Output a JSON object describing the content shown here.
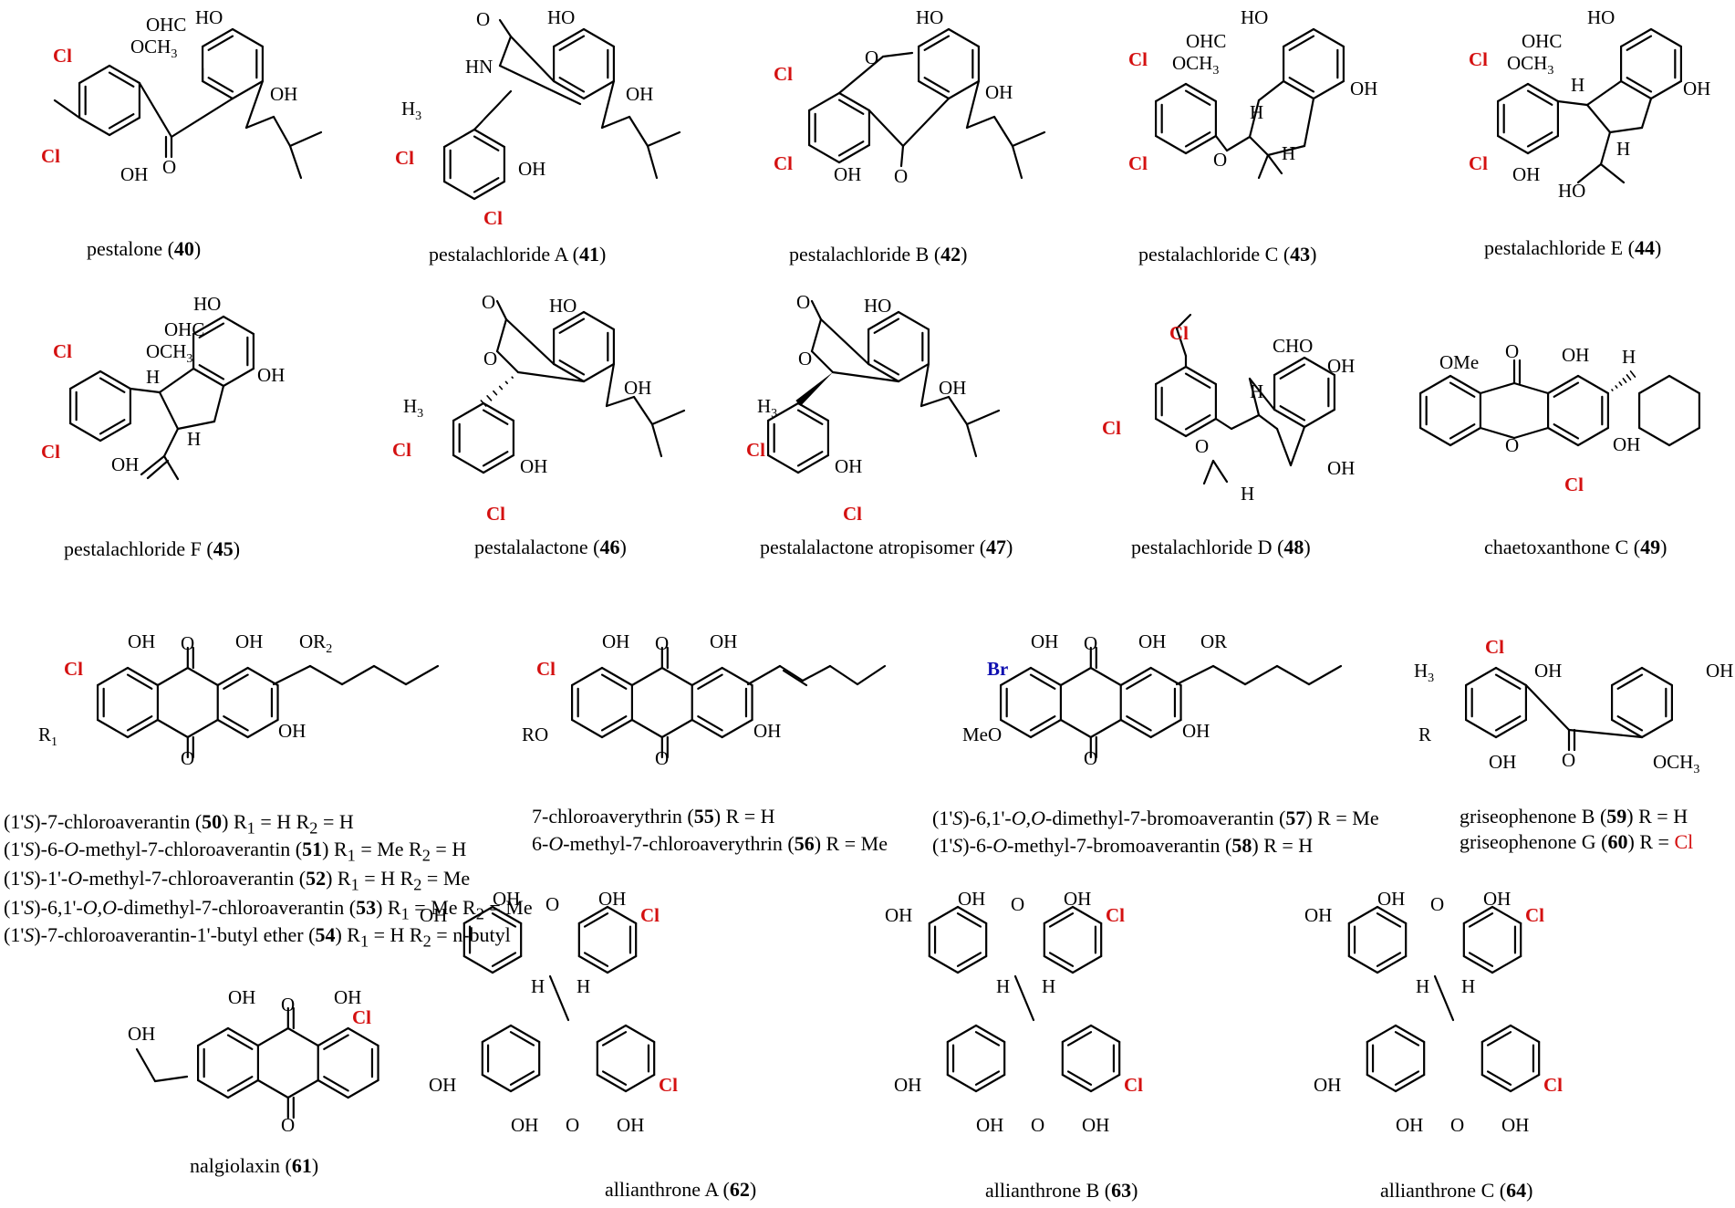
{
  "colors": {
    "chlorine": "#d41010",
    "bromine": "#1010b0",
    "bond": "#000000"
  },
  "captions": [
    {
      "name": "pestalone",
      "num": "40"
    },
    {
      "name": "pestalachloride A",
      "num": "41"
    },
    {
      "name": "pestalachloride B",
      "num": "42"
    },
    {
      "name": "pestalachloride C",
      "num": "43"
    },
    {
      "name": "pestalachloride E",
      "num": "44"
    },
    {
      "name": "pestalachloride F",
      "num": "45"
    },
    {
      "name": "pestalalactone",
      "num": "46"
    },
    {
      "name": "pestalalactone atropisomer",
      "num": "47"
    },
    {
      "name": "pestalachloride D",
      "num": "48"
    },
    {
      "name": "chaetoxanthone C",
      "num": "49"
    },
    {
      "name": "nalgiolaxin",
      "num": "61"
    },
    {
      "name": "allianthrone A",
      "num": "62"
    },
    {
      "name": "allianthrone B",
      "num": "63"
    },
    {
      "name": "allianthrone C",
      "num": "64"
    }
  ],
  "series_labels": [
    {
      "pre": "(1'",
      "s": "S",
      "mid": ")-7-chloroaverantin (",
      "num": "50",
      "post": ") R",
      "sub1": "1",
      "r1": " = H  R",
      "sub2": "2",
      "r2": " = H"
    },
    {
      "pre": "(1'",
      "s": "S",
      "mid": ")-6-",
      "o": "O",
      "mid2": "-methyl-7-chloroaverantin (",
      "num": "51",
      "post": ") R",
      "sub1": "1",
      "r1": " = Me  R",
      "sub2": "2",
      "r2": " = H"
    },
    {
      "pre": "(1'",
      "s": "S",
      "mid": ")-1'-",
      "o": "O",
      "mid2": "-methyl-7-chloroaverantin (",
      "num": "52",
      "post": ") R",
      "sub1": "1",
      "r1": " = H  R",
      "sub2": "2",
      "r2": " = Me"
    },
    {
      "pre": "(1'",
      "s": "S",
      "mid": ")-6,1'-",
      "o": "O,O",
      "mid2": "-dimethyl-7-chloroaverantin (",
      "num": "53",
      "post": ") R",
      "sub1": "1",
      "r1": " = Me  R",
      "sub2": "2",
      "r2": " = Me"
    },
    {
      "pre": "(1'",
      "s": "S",
      "mid": ")-7-chloroaverantin-1'-butyl ether (",
      "num": "54",
      "post": ") R",
      "sub1": "1",
      "r1": " = H  R",
      "sub2": "2",
      "r2": " = n-butyl"
    }
  ],
  "erythrin_labels": [
    {
      "name": "7-chloroaverythrin (",
      "num": "55",
      "rest": ") R = H"
    },
    {
      "name": "6-",
      "o": "O",
      "name2": "-methyl-7-chloroaverythrin (",
      "num": "56",
      "rest": ") R = Me"
    }
  ],
  "bromo_labels": [
    {
      "pre": "(1'",
      "s": "S",
      "mid": ")-6,1'-",
      "o": "O,O",
      "mid2": "-dimethyl-7-bromoaverantin (",
      "num": "57",
      "rest": ") R = Me"
    },
    {
      "pre": "(1'",
      "s": "S",
      "mid": ")-6-",
      "o": "O",
      "mid2": "-methyl-7-bromoaverantin (",
      "num": "58",
      "rest": ") R = H"
    }
  ],
  "griseo_labels": [
    {
      "name": "griseophenone B (",
      "num": "59",
      "rest": ") R = ",
      "r": "H"
    },
    {
      "name": "griseophenone G (",
      "num": "60",
      "rest": ") R = ",
      "r_cl": "Cl"
    }
  ],
  "atoms": {
    "Cl": "Cl",
    "Br": "Br",
    "OH": "OH",
    "HO": "HO",
    "O": "O",
    "OHC": "OHC",
    "CHO": "CHO",
    "OCH3": "OCH",
    "H3CO": "H",
    "OMe": "OMe",
    "MeO": "MeO",
    "RO": "RO",
    "R": "R",
    "R1O": "R",
    "OR2": "OR",
    "OR": "OR",
    "HN": "HN",
    "H": "H",
    "sub3": "3",
    "sub1": "1",
    "sub2": "2"
  }
}
